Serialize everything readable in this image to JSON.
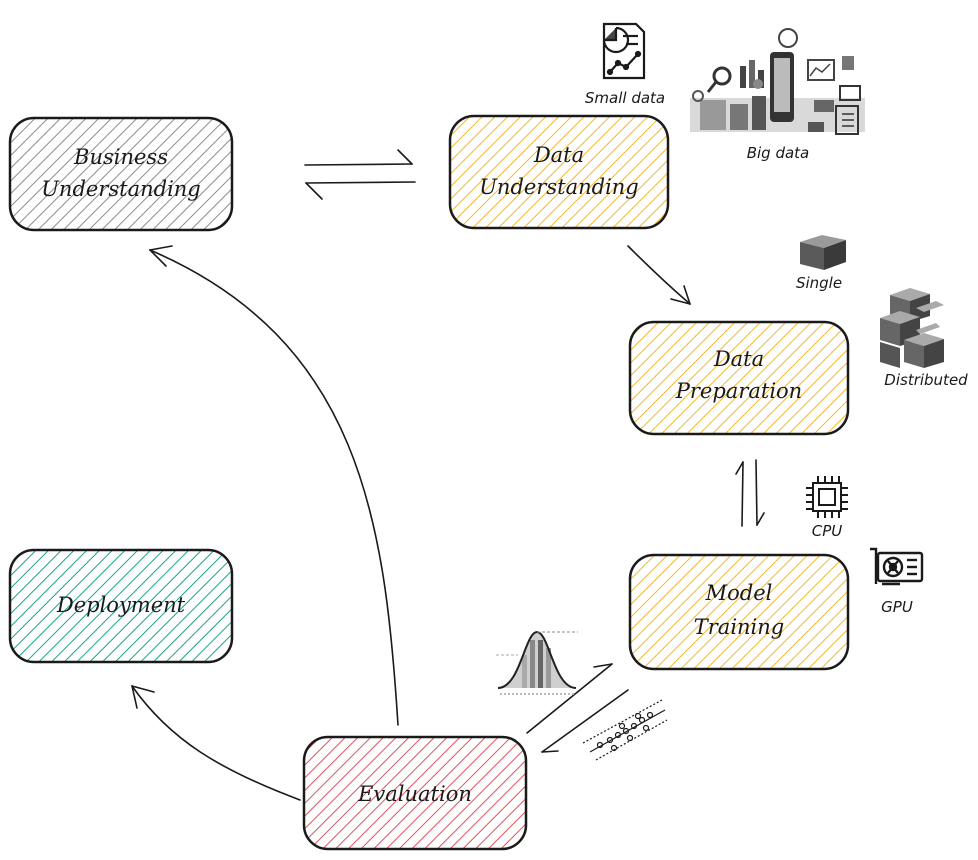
{
  "stages": {
    "business_understanding": [
      "Business",
      "Understanding"
    ],
    "data_understanding": [
      "Data",
      "Understanding"
    ],
    "data_preparation": [
      "Data",
      "Preparation"
    ],
    "model_training": [
      "Model",
      "Training"
    ],
    "evaluation": [
      "Evaluation"
    ],
    "deployment": [
      "Deployment"
    ]
  },
  "resources": {
    "small_data": "Small data",
    "big_data": "Big data",
    "single": "Single",
    "distributed": "Distributed",
    "cpu": "CPU",
    "gpu": "GPU"
  },
  "colors": {
    "business": "#8c8c8c",
    "data": "#f5b82e",
    "deployment": "#1aa58a",
    "evaluation": "#e0545a",
    "stroke": "#1a1a1a"
  },
  "icons": {
    "small_data": "report-chart-icon",
    "big_data": "data-collage-icon",
    "single": "single-box-icon",
    "distributed": "box-stack-icon",
    "cpu": "cpu-chip-icon",
    "gpu": "gpu-card-icon",
    "distribution": "bell-curve-icon",
    "regression": "scatter-band-icon"
  }
}
